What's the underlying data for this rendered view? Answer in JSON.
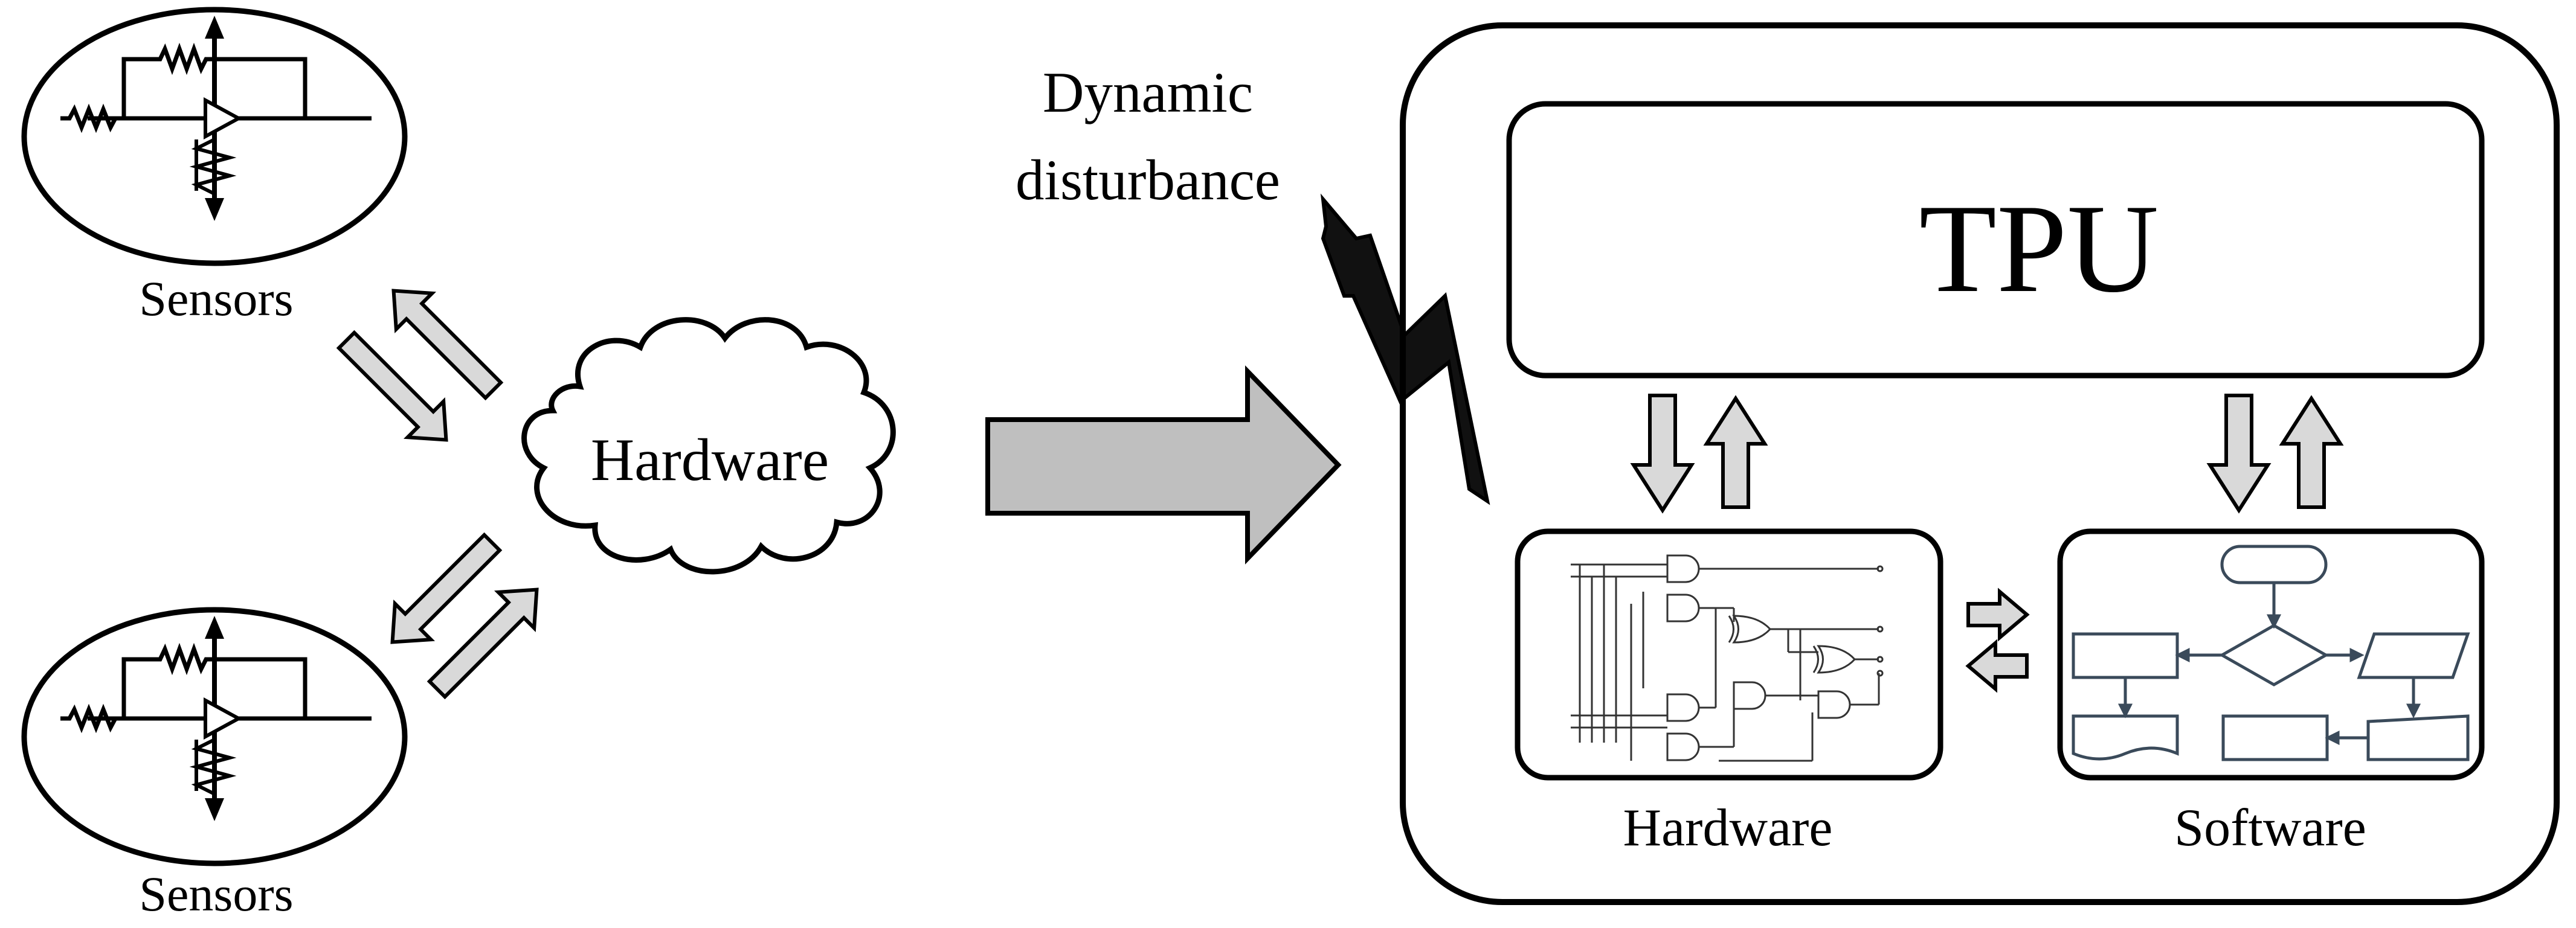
{
  "labels": {
    "sensors_top": "Sensors",
    "sensors_bottom": "Sensors",
    "hardware_cloud": "Hardware",
    "dynamic_line1": "Dynamic",
    "dynamic_line2": "disturbance",
    "tpu": "TPU",
    "hardware_block": "Hardware",
    "software_block": "Software"
  },
  "colors": {
    "stroke": "#000000",
    "arrow_fill": "#d9d9d9",
    "big_arrow_fill": "#bfbfbf",
    "background": "#ffffff"
  }
}
